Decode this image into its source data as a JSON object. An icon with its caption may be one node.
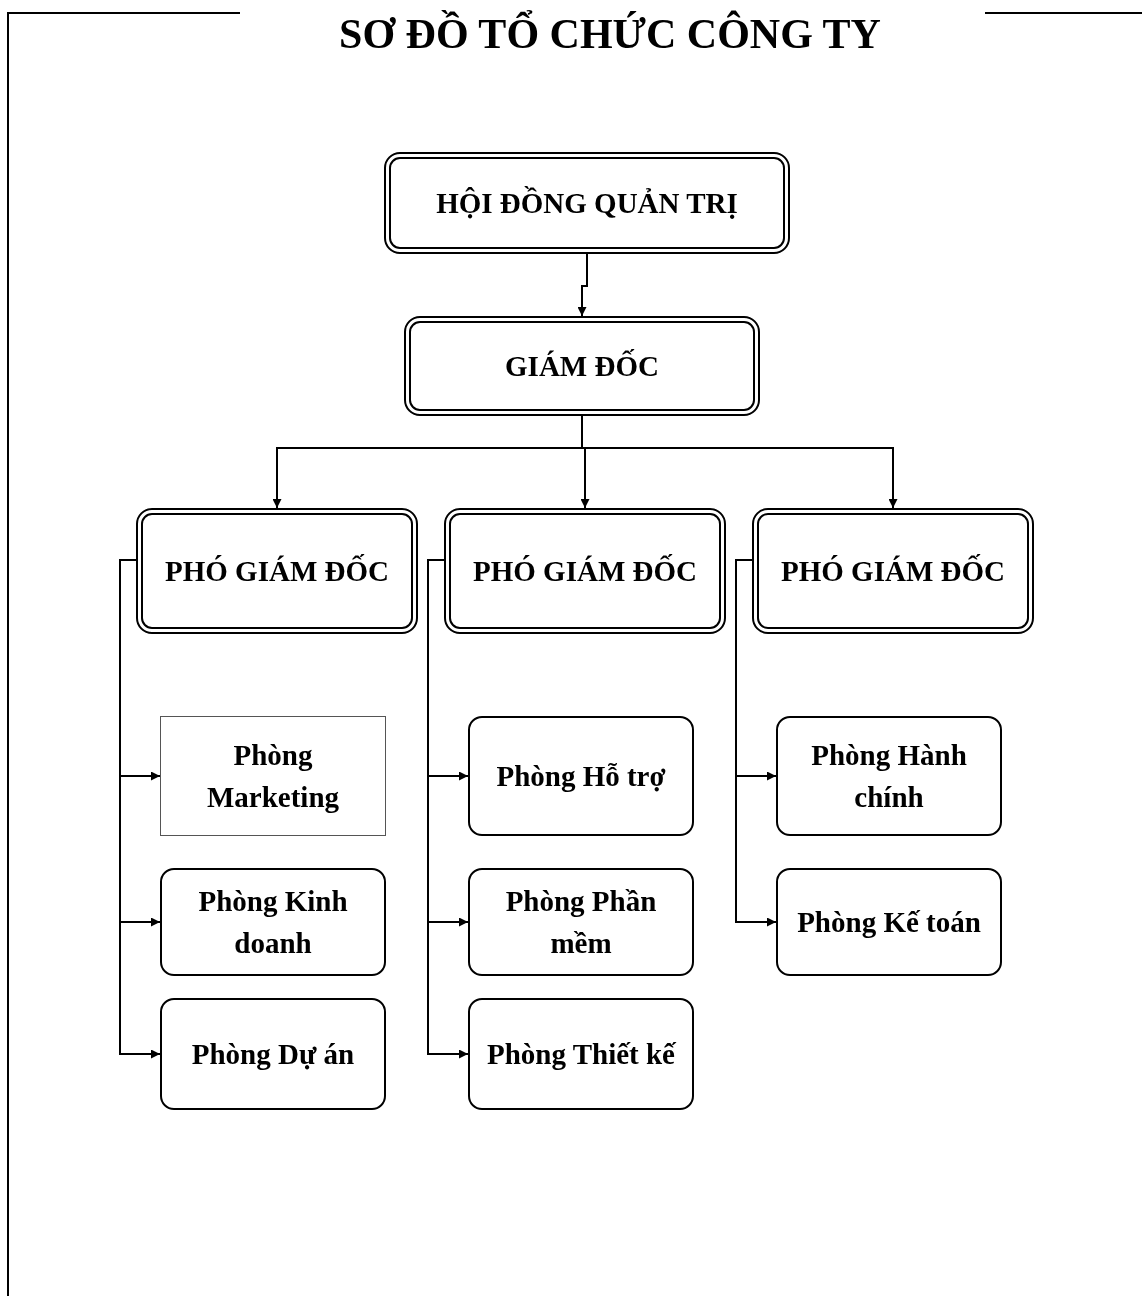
{
  "diagram": {
    "title": "SƠ ĐỒ TỔ CHỨC CÔNG TY",
    "nodes": [
      {
        "text": [
          "HỘI ĐỒNG QUẢN TRỊ"
        ]
      },
      {
        "text": [
          "GIÁM ĐỐC"
        ]
      },
      {
        "text": [
          "PHÓ GIÁM ĐỐC"
        ]
      },
      {
        "text": [
          "PHÓ GIÁM ĐỐC"
        ]
      },
      {
        "text": [
          "PHÓ GIÁM ĐỐC"
        ]
      },
      {
        "text": [
          "Phòng Marketing"
        ]
      },
      {
        "text": [
          "Phòng Kinh doanh"
        ]
      },
      {
        "text": [
          "Phòng Dự án"
        ]
      },
      {
        "text": [
          "Phòng Hỗ trợ"
        ]
      },
      {
        "text": [
          "Phòng Phần mềm"
        ]
      },
      {
        "text": [
          "Phòng Thiết kế"
        ]
      },
      {
        "text": [
          "Phòng Hành chính"
        ]
      },
      {
        "text": [
          "Phòng Kế toán"
        ]
      }
    ],
    "edges": [
      {
        "from": 0,
        "to": 1,
        "arrow": "to"
      },
      {
        "from": 1,
        "to": 2,
        "arrow": "to"
      },
      {
        "from": 1,
        "to": 3,
        "arrow": "to"
      },
      {
        "from": 1,
        "to": 4,
        "arrow": "to"
      },
      {
        "from": 2,
        "to": 5,
        "arrow": "to"
      },
      {
        "from": 2,
        "to": 6,
        "arrow": "to"
      },
      {
        "from": 2,
        "to": 7,
        "arrow": "to"
      },
      {
        "from": 3,
        "to": 8,
        "arrow": "to"
      },
      {
        "from": 3,
        "to": 9,
        "arrow": "to"
      },
      {
        "from": 3,
        "to": 10,
        "arrow": "to"
      },
      {
        "from": 4,
        "to": 11,
        "arrow": "to"
      },
      {
        "from": 4,
        "to": 12,
        "arrow": "to"
      }
    ]
  }
}
